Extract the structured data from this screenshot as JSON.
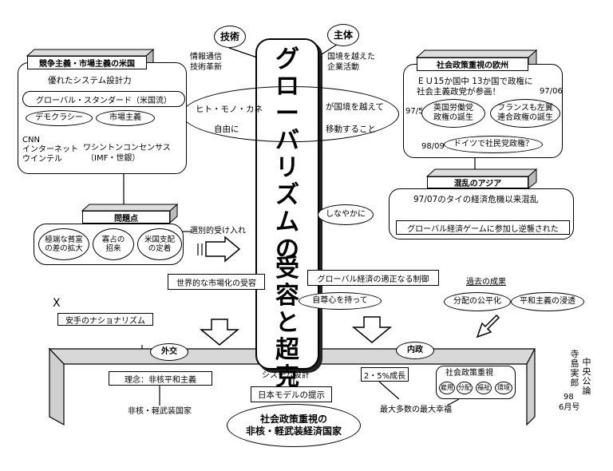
{
  "title": {
    "line1": [
      "グ",
      "ロ",
      "ー",
      "バ",
      "リ",
      "ズ",
      "ム",
      "の"
    ],
    "line2": [
      "受",
      "容",
      "と",
      "超",
      "克"
    ]
  },
  "top": {
    "gijutsu": "技術",
    "gijutsu_sub1": "情報通信",
    "gijutsu_sub2": "技術革新",
    "shutai": "主体",
    "shutai_sub1": "国境を越えた",
    "shutai_sub2": "企業活動",
    "hito": "ヒト・モノ・カネ",
    "jiyu": "自由に",
    "kokkyo": "が国境を越えて",
    "ido": "移動すること"
  },
  "usa": {
    "header": "競争主義・市場主義の米国",
    "line1": "優れたシステム設計力",
    "standard": "グローバル・スタンダード（米国流）",
    "democracy": "デモクラシー",
    "market": "市場主義",
    "cnn1": "CNN",
    "cnn2": "インターネット",
    "cnn3": "ウインテル",
    "wash1": "ワシントンコンセンサス",
    "wash2": "（IMF・世銀）"
  },
  "problems": {
    "header": "問題点",
    "item1a": "極端な貧富",
    "item1b": "の差の拡大",
    "item2a": "寡占の",
    "item2b": "招来",
    "item3a": "米国支配",
    "item3b": "の定着",
    "selective": "選別的受け入れ"
  },
  "europe": {
    "header": "社会政策重視の欧州",
    "line1": "ＥＵ15か国中 13か国で政権に",
    "line2": "社会主義政党が参画！",
    "date1": "97/06",
    "date2": "97/5",
    "date3": "98/09",
    "uk1": "英国労働党",
    "uk2": "政権の誕生",
    "fr1": "フランスも左翼",
    "fr2": "連合政権の誕生",
    "de": "ドイツで社民党政権？"
  },
  "asia": {
    "header": "混乱のアジア",
    "line1": "97/07のタイの経済危機以来混乱",
    "line2": "グローバル経済ゲームに参加し逆襲された"
  },
  "middle": {
    "shinayaka": "しなやかに",
    "sekaiteki": "世界的な市場化の受容",
    "global_seigyo": "グローバル経済の適正なる制御",
    "jisonshin": "自尊心を持って",
    "kako": "過去の成果",
    "bunpai": "分配の公平化",
    "heiwa": "平和主義の浸透",
    "x_mark": "X",
    "anshu": "安手のナショナリズム"
  },
  "bottom": {
    "gaiko": "外交",
    "naisei": "内政",
    "rinen": "理念：非核平和主義",
    "hikaku": "非核・軽武装国家",
    "system": "システム設計",
    "nihon_model": "日本モデルの提示",
    "final1": "社会政策重視の",
    "final2": "非核・軽武装経済国家",
    "seicho": "2・5%成長",
    "shakai": "社会政策重視",
    "koyo": "雇用",
    "bunpai": "分配",
    "fukushi": "福祉",
    "kankyo": "環境",
    "saidai": "最大多数の最大幸福"
  },
  "byline": {
    "col1": "寺島実郎",
    "col2": "中央公論",
    "col3a": "98",
    "col3b": "6月号"
  }
}
